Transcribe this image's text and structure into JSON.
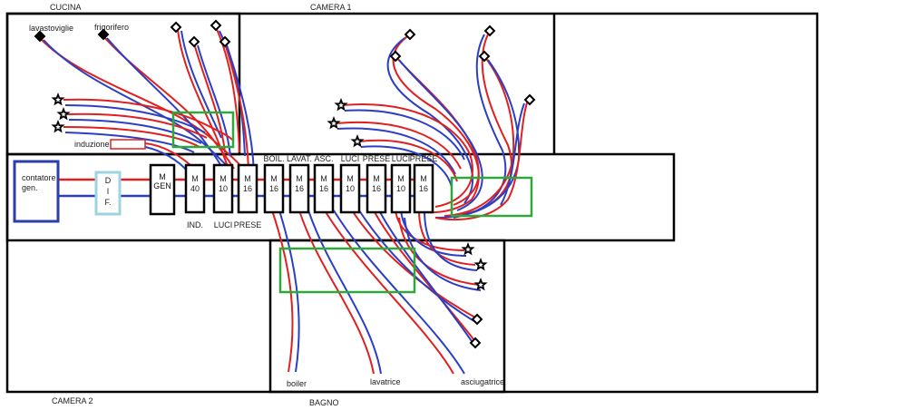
{
  "rooms": {
    "cucina": "CUCINA",
    "camera1": "CAMERA 1",
    "camera2": "CAMERA 2",
    "bagno": "BAGNO"
  },
  "labels": {
    "lavastoviglie": "lavastoviglie",
    "frigorifero": "frigorifero",
    "induzione": "induzione",
    "contatore_1": "contatore",
    "contatore_2": "gen.",
    "boiler": "boiler",
    "lavatrice": "lavatrice",
    "asciugatrice": "asciugatrice"
  },
  "diff": [
    "D",
    "I",
    "F."
  ],
  "main_switch": [
    "M",
    "GEN"
  ],
  "modules": [
    {
      "top": "",
      "line1": "M",
      "line2": "40",
      "bottom": "IND."
    },
    {
      "top": "",
      "line1": "M",
      "line2": "10",
      "bottom": "LUCI"
    },
    {
      "top": "",
      "line1": "M",
      "line2": "16",
      "bottom": "PRESE"
    },
    {
      "top": "BOIL.",
      "line1": "M",
      "line2": "16",
      "bottom": ""
    },
    {
      "top": "LAVAT.",
      "line1": "M",
      "line2": "16",
      "bottom": ""
    },
    {
      "top": "ASC.",
      "line1": "M",
      "line2": "16",
      "bottom": ""
    },
    {
      "top": "LUCI",
      "line1": "M",
      "line2": "10",
      "bottom": ""
    },
    {
      "top": "PRESE",
      "line1": "M",
      "line2": "16",
      "bottom": ""
    },
    {
      "top": "LUCI",
      "line1": "M",
      "line2": "10",
      "bottom": ""
    },
    {
      "top": "PRESE",
      "line1": "M",
      "line2": "16",
      "bottom": ""
    }
  ],
  "colors": {
    "phase": "#e02020",
    "neutral": "#2b3fc4",
    "junction_box": "#2fa83a",
    "meter": "#2b3fa8",
    "diff": "#9fd3e0",
    "outline": "#000000"
  },
  "icons": {
    "socket": "diamond-icon",
    "light": "star-icon"
  }
}
